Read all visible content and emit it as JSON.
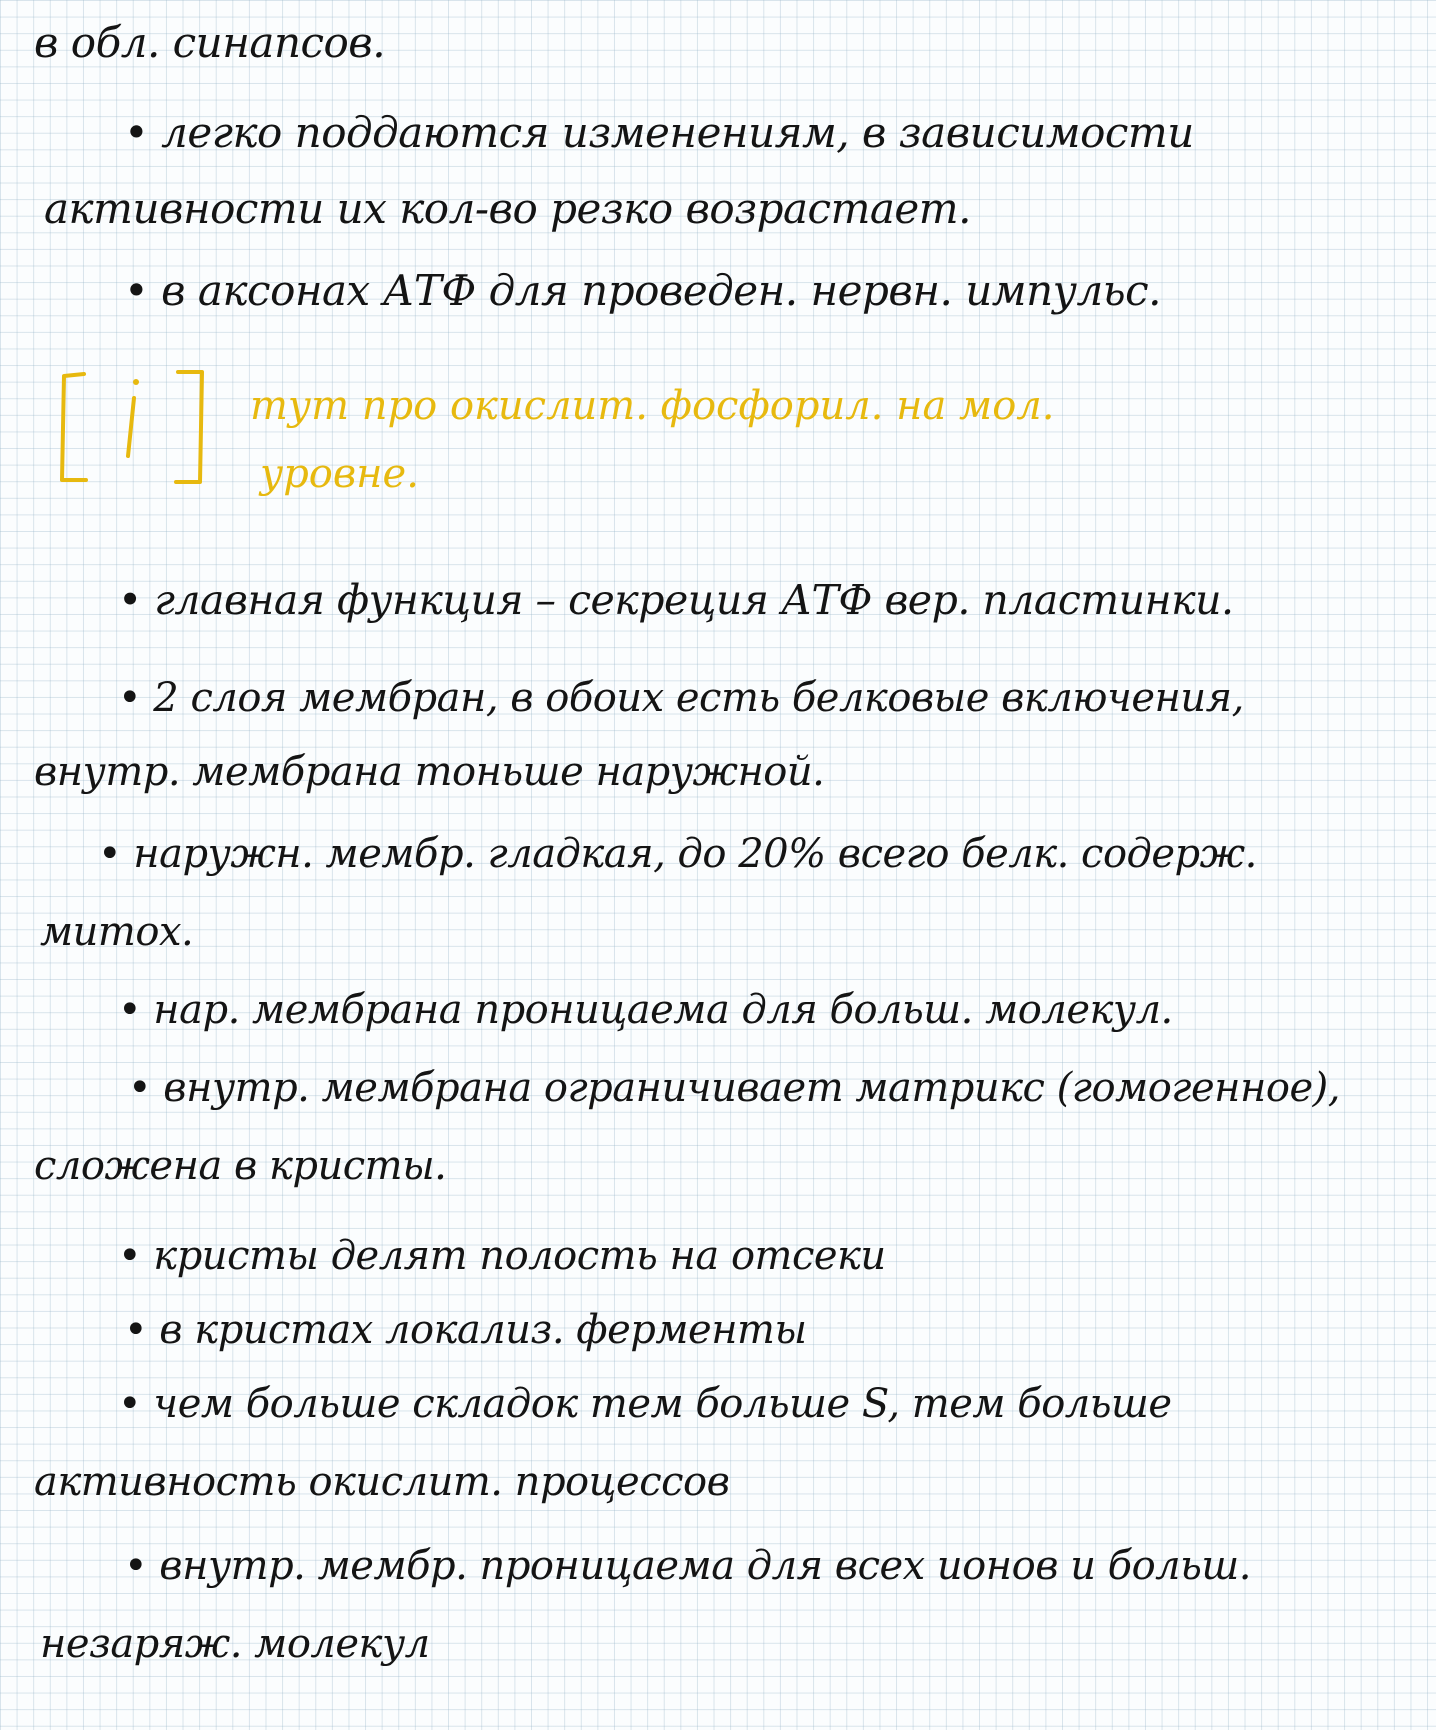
{
  "lines": [
    "в обл. синапсов.",
    "• легко поддаются изменениям, в зависимости",
    "активности их кол-во резко возрастает.",
    "• в аксонах АТФ для проведен. нервн. импульс.",
    "• главная функция – секреция АТФ вер. пластинки.",
    "• 2 слоя мембран, в обоих есть белковые включения,",
    "внутр. мембрана тоньше наружной.",
    "• наружн. мембр. гладкая, до 20% всего белк. содерж.",
    "митох.",
    "• нар. мембрана проницаема для больш. молекул.",
    "• внутр. мембрана ограничивает матрикс (гомогенное),",
    "сложена в кристы.",
    "• кристы делят полость на отсеки",
    "• в кристах локализ. ферменты",
    "• чем больше складок тем больше S, тем больше",
    "активность окислит. процессов",
    "• внутр. мембр. проницаема для всех ионов и больш.",
    "незаряж. молекул"
  ],
  "note": {
    "marker": "[ i ]",
    "line1": "тут про окислит. фосфорил. на мол.",
    "line2": "уровне."
  },
  "colors": {
    "ink": "#141414",
    "highlight": "#e7b90f",
    "paper": "#fbfdfe"
  }
}
